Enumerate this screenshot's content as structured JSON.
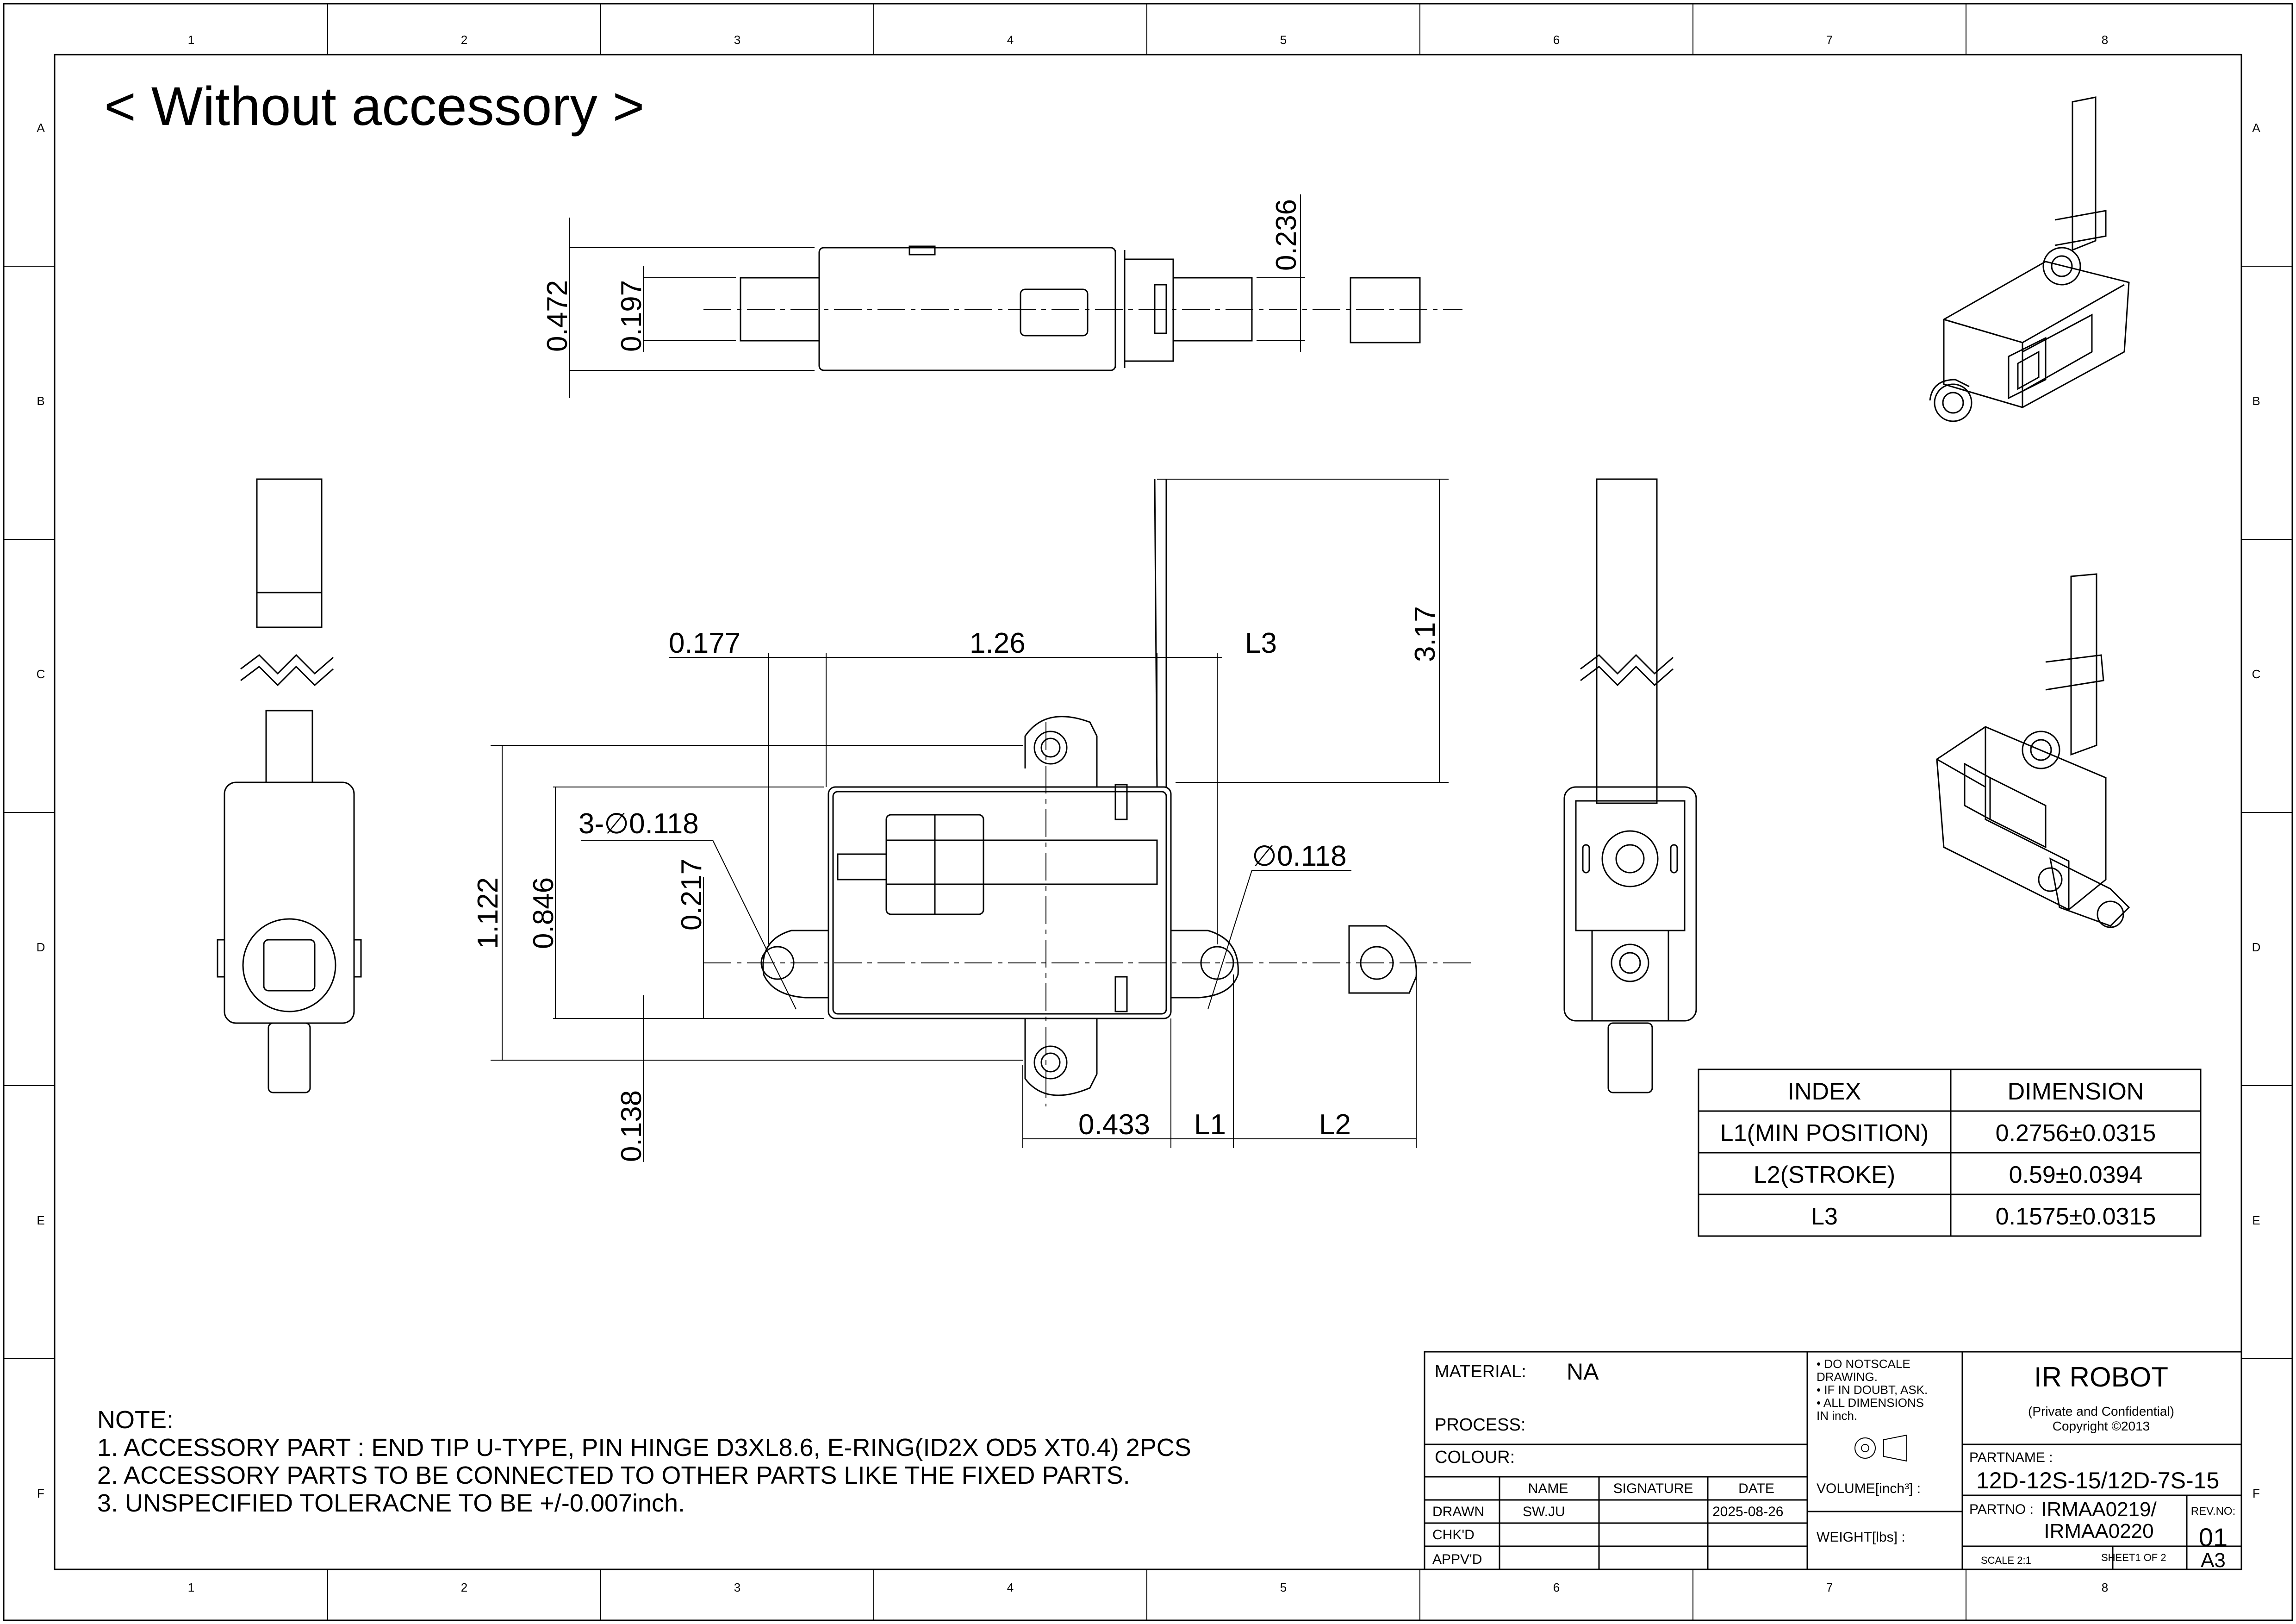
{
  "title": "< Without accessory >",
  "zones": {
    "columns": [
      "1",
      "2",
      "3",
      "4",
      "5",
      "6",
      "7",
      "8"
    ],
    "rows": [
      "A",
      "B",
      "C",
      "D",
      "E",
      "F"
    ]
  },
  "dimensions": {
    "d_0472": "0.472",
    "d_0197": "0.197",
    "d_0236": "0.236",
    "d_0177": "0.177",
    "d_126": "1.26",
    "d_L3": "L3",
    "d_317": "3.17",
    "d_hole3": "3-∅0.118",
    "d_hole1": "∅0.118",
    "d_0217": "0.217",
    "d_1122": "1.122",
    "d_0846": "0.846",
    "d_0138": "0.138",
    "d_0433": "0.433",
    "d_L1": "L1",
    "d_L2": "L2"
  },
  "dimension_table": {
    "headers": [
      "INDEX",
      "DIMENSION"
    ],
    "rows": [
      [
        "L1(MIN POSITION)",
        "0.2756±0.0315"
      ],
      [
        "L2(STROKE)",
        "0.59±0.0394"
      ],
      [
        "L3",
        "0.1575±0.0315"
      ]
    ]
  },
  "notes": {
    "heading": "NOTE:",
    "lines": [
      "1. ACCESSORY PART : END TIP U-TYPE, PIN HINGE D3XL8.6, E-RING(ID2X OD5 XT0.4) 2PCS",
      "2. ACCESSORY PARTS TO BE CONNECTED TO OTHER PARTS LIKE THE FIXED PARTS.",
      "3. UNSPECIFIED TOLERACNE TO BE +/-0.007inch."
    ]
  },
  "title_block": {
    "material_label": "MATERIAL:",
    "material_value": "NA",
    "process_label": "PROCESS:",
    "colour_label": "COLOUR:",
    "col_name": "NAME",
    "col_signature": "SIGNATURE",
    "col_date": "DATE",
    "drawn_label": "DRAWN",
    "drawn_name": "SW.JU",
    "drawn_date": "2025-08-26",
    "chkd_label": "CHK'D",
    "apprvd_label": "APPV'D",
    "advice": [
      "• DO NOTSCALE",
      "  DRAWING.",
      "• IF IN DOUBT, ASK.",
      "• ALL DIMENSIONS",
      "  IN inch."
    ],
    "volume_label": "VOLUME[inch³] :",
    "weight_label": "WEIGHT[lbs] :",
    "company": "IR ROBOT",
    "confidential": "(Private and Confidential)",
    "copyright": "Copyright ©2013",
    "partname_label": "PARTNAME :",
    "partname_value": "12D-12S-15/12D-7S-15",
    "partno_label": "PARTNO :",
    "partno_line1": "IRMAA0219/",
    "partno_line2": "IRMAA0220",
    "revno_label": "REV.NO:",
    "revno_value": "01",
    "scale": "SCALE 2:1",
    "sheet": "SHEET1 OF 2",
    "size": "A3"
  }
}
